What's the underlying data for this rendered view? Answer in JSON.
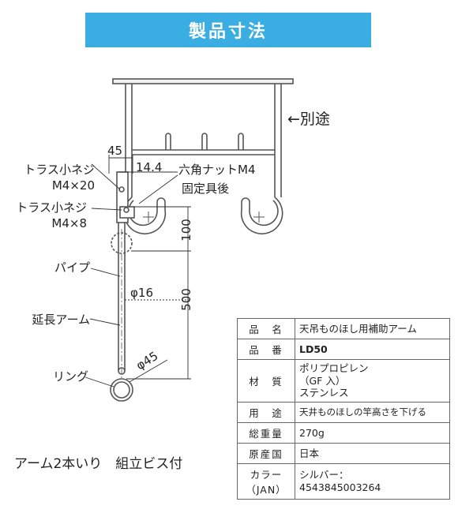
{
  "header": {
    "title": "製品寸法"
  },
  "diagram": {
    "label_separate": "←別途",
    "label_truss_a_1": "トラス小ネジ",
    "label_truss_a_2": "M4×20",
    "label_truss_b_1": "トラス小ネジ",
    "label_truss_b_2": "M4×8",
    "label_hex_nut": "六角ナットM4",
    "label_hex_nut_2": "固定具後",
    "label_pipe": "パイプ",
    "label_ext_arm": "延長アーム",
    "label_ring": "リング",
    "dim_45": "45",
    "dim_14_4": "14.4",
    "dim_100": "100",
    "dim_500": "500",
    "dim_phi16": "φ16",
    "dim_phi45": "φ45"
  },
  "note": "アーム2本いり　組立ビス付",
  "spec": {
    "rows": [
      {
        "key": "品　名",
        "value": [
          "天吊ものほし用補助アーム"
        ]
      },
      {
        "key": "品　番",
        "value": [
          "LD50"
        ],
        "bold": true
      },
      {
        "key": "材　質",
        "value": [
          "ポリプロピレン",
          "（GF 入）",
          "ステンレス"
        ]
      },
      {
        "key": "用　途",
        "value": [
          "天井ものほしの竿高さを下げる"
        ]
      },
      {
        "key": "総重量",
        "value": [
          "270g"
        ]
      },
      {
        "key": "原産国",
        "value": [
          "日本"
        ]
      },
      {
        "key": "カラー\n（JAN）",
        "value": [
          "シルバー：",
          "4543845003264"
        ]
      }
    ]
  }
}
